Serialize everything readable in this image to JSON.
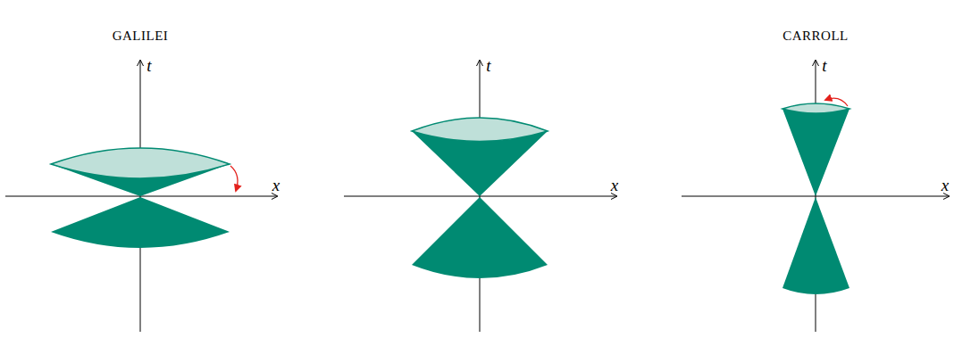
{
  "diagram": {
    "labels": [
      "GALILEI",
      "CARROLL",
      "t",
      "x",
      "t",
      "x",
      "t",
      "x"
    ]
  }
}
